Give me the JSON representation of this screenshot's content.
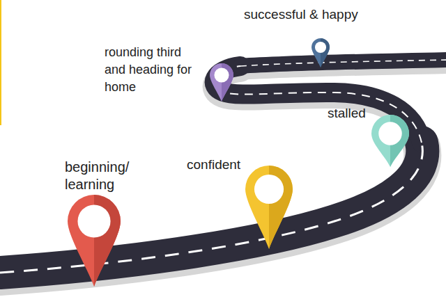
{
  "diagram": {
    "nodes": [
      {
        "text": [
          "beginning/ learning"
        ]
      },
      {
        "text": [
          "confident"
        ]
      },
      {
        "text": [
          "stalled"
        ]
      },
      {
        "text": [
          "rounding third and heading for home"
        ]
      },
      {
        "text": [
          "successful & happy"
        ]
      }
    ]
  }
}
